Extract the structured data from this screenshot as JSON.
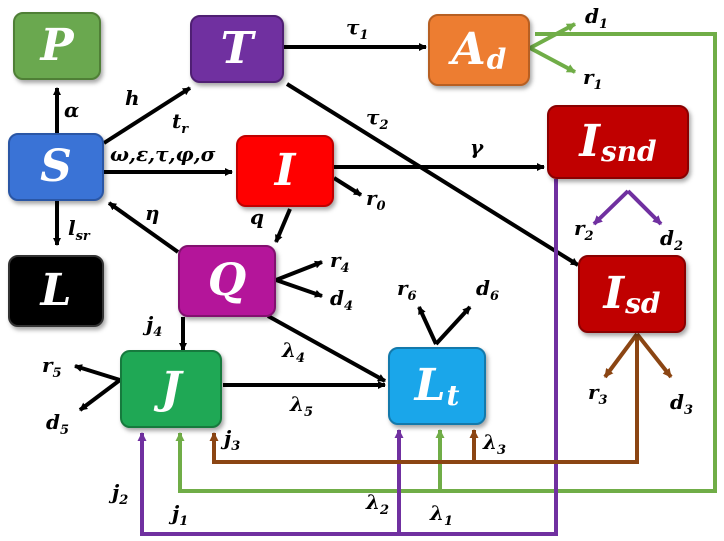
{
  "colors": {
    "P": "#6aa84f",
    "T": "#7030a0",
    "Ad": "#ed7d31",
    "S": "#3a73d6",
    "I": "#ff0000",
    "Isnd": "#c00000",
    "Isd": "#c00000",
    "L": "#000000",
    "Q": "#b4159a",
    "J": "#1fa855",
    "Lt": "#1aa6ea",
    "arrow_black": "#000000",
    "arrow_green": "#70ad47",
    "arrow_purple": "#7030a0",
    "arrow_brown": "#8b4513"
  },
  "nodes": {
    "P": {
      "main": "P",
      "sub": ""
    },
    "T": {
      "main": "T",
      "sub": ""
    },
    "Ad": {
      "main": "A",
      "sub": "d"
    },
    "S": {
      "main": "S",
      "sub": ""
    },
    "I": {
      "main": "I",
      "sub": ""
    },
    "Isnd": {
      "main": "I",
      "sub": "snd"
    },
    "L": {
      "main": "L",
      "sub": ""
    },
    "Q": {
      "main": "Q",
      "sub": ""
    },
    "Isd": {
      "main": "I",
      "sub": "sd"
    },
    "J": {
      "main": "J",
      "sub": ""
    },
    "Lt": {
      "main": "L",
      "sub": "t"
    }
  },
  "labels": {
    "d1": {
      "main": "d",
      "sub": "1"
    },
    "r1": {
      "main": "r",
      "sub": "1"
    },
    "tau1": {
      "main": "τ",
      "sub": "1"
    },
    "h": {
      "main": "h",
      "sub": ""
    },
    "tr": {
      "main": "t",
      "sub": "r"
    },
    "alpha": {
      "main": "α",
      "sub": ""
    },
    "tau2": {
      "main": "τ",
      "sub": "2"
    },
    "gamma": {
      "main": "γ",
      "sub": ""
    },
    "omega": {
      "main": "ω,ε,τ,φ,σ",
      "sub": ""
    },
    "r0": {
      "main": "r",
      "sub": "0"
    },
    "eta": {
      "main": "η",
      "sub": ""
    },
    "q": {
      "main": "q",
      "sub": ""
    },
    "lsr": {
      "main": "l",
      "sub": "sr"
    },
    "r2": {
      "main": "r",
      "sub": "2"
    },
    "d2": {
      "main": "d",
      "sub": "2"
    },
    "r4": {
      "main": "r",
      "sub": "4"
    },
    "d4": {
      "main": "d",
      "sub": "4"
    },
    "r6": {
      "main": "r",
      "sub": "6"
    },
    "d6": {
      "main": "d",
      "sub": "6"
    },
    "j4": {
      "main": "j",
      "sub": "4"
    },
    "lambda4": {
      "main": "λ",
      "sub": "4"
    },
    "r5": {
      "main": "r",
      "sub": "5"
    },
    "d5": {
      "main": "d",
      "sub": "5"
    },
    "lambda5": {
      "main": "λ",
      "sub": "5"
    },
    "r3": {
      "main": "r",
      "sub": "3"
    },
    "d3": {
      "main": "d",
      "sub": "3"
    },
    "j3": {
      "main": "j",
      "sub": "3"
    },
    "lambda3": {
      "main": "λ",
      "sub": "3"
    },
    "j2": {
      "main": "j",
      "sub": "2"
    },
    "j1": {
      "main": "j",
      "sub": "1"
    },
    "lambda2": {
      "main": "λ",
      "sub": "2"
    },
    "lambda1": {
      "main": "λ",
      "sub": "1"
    }
  }
}
